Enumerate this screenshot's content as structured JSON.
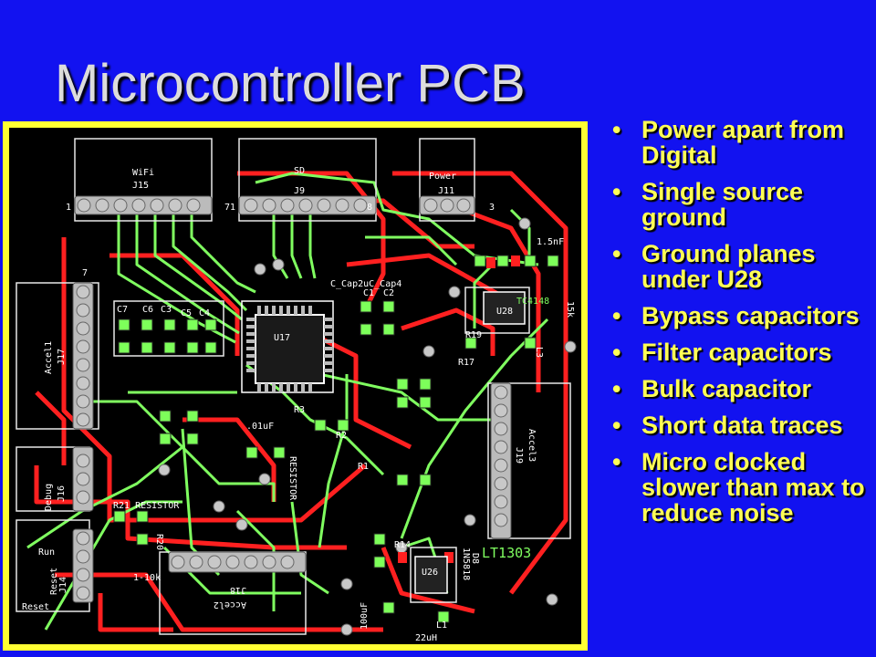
{
  "slide": {
    "title": "Microcontroller PCB",
    "bullets": [
      "Power apart from Digital",
      "Single source ground",
      "Ground planes under U28",
      "Bypass capacitors",
      "Filter capacitors",
      "Bulk capacitor",
      "Short data traces",
      "Micro clocked slower than max to reduce noise"
    ]
  },
  "colors": {
    "background": "#1212f0",
    "title": "#dcdcdc",
    "bullet_text": "#ffff55",
    "board_border": "#ffff33",
    "board": "#000000",
    "trace_red": "#ff2020",
    "trace_green": "#80ff60",
    "silkscreen": "#ffffff"
  },
  "pcb": {
    "labels": [
      "WiFi",
      "J15",
      "SD",
      "J9",
      "Power",
      "J11",
      "Accel1",
      "J17",
      "Debug",
      "J16",
      "Run",
      "J14",
      "Reset",
      "Reset",
      "Accel3",
      "J19",
      "Accel2",
      "J18",
      "U17",
      "U28",
      "U26",
      "LT1303",
      "TC4148",
      "C7",
      "C6",
      "C3",
      "C5",
      "C4",
      "C1",
      "C2",
      "R1",
      "R2",
      "R3",
      "R14",
      "R17",
      "R19",
      "R20",
      "R21 RESISTOR",
      "L1",
      "L3",
      "D8",
      "1N5818",
      "100uF",
      "22uH",
      ".01uF",
      "1.5nF",
      "15k",
      "1-10k",
      "RESISTOR",
      "C_Cap2uC_Cap4",
      "1",
      "3",
      "7",
      "71",
      "8"
    ]
  }
}
